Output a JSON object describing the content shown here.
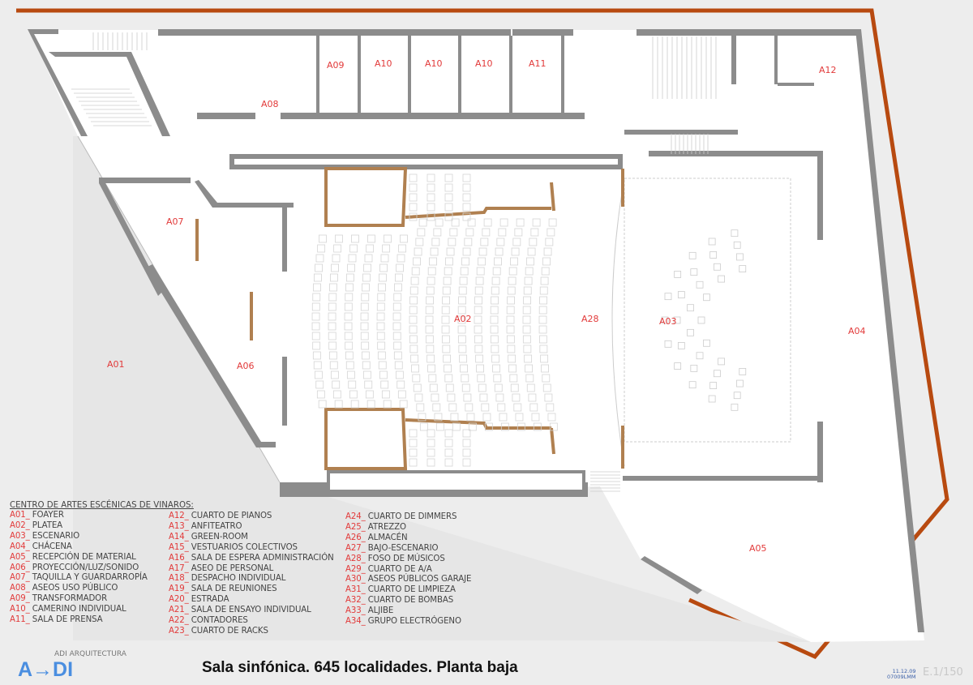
{
  "colors": {
    "wall": "#8c8c8c",
    "boundary": "#b84a10",
    "wood": "#b08050",
    "label": "#e23a3a",
    "logo": "#4a8ee0"
  },
  "rooms": [
    {
      "id": "A09"
    },
    {
      "id": "A10"
    },
    {
      "id": "A10"
    },
    {
      "id": "A10"
    },
    {
      "id": "A11"
    },
    {
      "id": "A12"
    },
    {
      "id": "A08"
    },
    {
      "id": "A07"
    },
    {
      "id": "A06"
    },
    {
      "id": "A01"
    },
    {
      "id": "A02"
    },
    {
      "id": "A28"
    },
    {
      "id": "A03"
    },
    {
      "id": "A04"
    },
    {
      "id": "A05"
    }
  ],
  "legend": {
    "title": "CENTRO DE ARTES ESCÉNICAS DE VINAROS:",
    "columns": [
      [
        {
          "code": "A01_",
          "name": " FOAYER"
        },
        {
          "code": "A02_",
          "name": " PLATEA"
        },
        {
          "code": "A03_",
          "name": " ESCENARIO"
        },
        {
          "code": "A04_",
          "name": " CHÁCENA"
        },
        {
          "code": "A05_",
          "name": " RECEPCIÓN DE MATERIAL"
        },
        {
          "code": "A06_",
          "name": " PROYECCIÓN/LUZ/SONIDO"
        },
        {
          "code": "A07_",
          "name": " TAQUILLA Y GUARDARROPÍA"
        },
        {
          "code": "A08_",
          "name": " ASEOS USO PÚBLICO"
        },
        {
          "code": "A09_",
          "name": " TRANSFORMADOR"
        },
        {
          "code": "A10_",
          "name": " CAMERINO INDIVIDUAL"
        },
        {
          "code": "A11_",
          "name": " SALA DE PRENSA"
        }
      ],
      [
        {
          "code": "A12_",
          "name": " CUARTO DE PIANOS"
        },
        {
          "code": "A13_",
          "name": " ANFITEATRO"
        },
        {
          "code": "A14_",
          "name": " GREEN-ROOM"
        },
        {
          "code": "A15_",
          "name": " VESTUARIOS COLECTIVOS"
        },
        {
          "code": "A16_",
          "name": " SALA DE ESPERA ADMINISTRACIÓN"
        },
        {
          "code": "A17_",
          "name": " ASEO DE PERSONAL"
        },
        {
          "code": "A18_",
          "name": " DESPACHO INDIVIDUAL"
        },
        {
          "code": "A19_",
          "name": " SALA DE REUNIONES"
        },
        {
          "code": "A20_",
          "name": " ESTRADA"
        },
        {
          "code": "A21_",
          "name": " SALA DE ENSAYO INDIVIDUAL"
        },
        {
          "code": "A22_",
          "name": " CONTADORES"
        },
        {
          "code": "A23_",
          "name": " CUARTO DE RACKS"
        }
      ],
      [
        {
          "code": "A24_",
          "name": " CUARTO DE DIMMERS"
        },
        {
          "code": "A25_",
          "name": " ATREZZO"
        },
        {
          "code": "A26_",
          "name": " ALMACÉN"
        },
        {
          "code": "A27_",
          "name": " BAJO-ESCENARIO"
        },
        {
          "code": "A28_",
          "name": " FOSO DE MÚSICOS"
        },
        {
          "code": "A29_",
          "name": " CUARTO DE A/A"
        },
        {
          "code": "A30_",
          "name": " ASEOS PÚBLICOS GARAJE"
        },
        {
          "code": "A31_",
          "name": " CUARTO DE LIMPIEZA"
        },
        {
          "code": "A32_",
          "name": " CUARTO DE BOMBAS"
        },
        {
          "code": "A33_",
          "name": " ALJIBE"
        },
        {
          "code": "A34_",
          "name": " GRUPO ELECTRÓGENO"
        }
      ]
    ]
  },
  "footer": {
    "firm": "ADI  ARQUITECTURA",
    "logo": "A→DI",
    "title": "Sala sinfónica. 645 localidades. Planta baja",
    "date": "11.12.09",
    "code": "07009LMM",
    "scale": "E.1/150"
  }
}
